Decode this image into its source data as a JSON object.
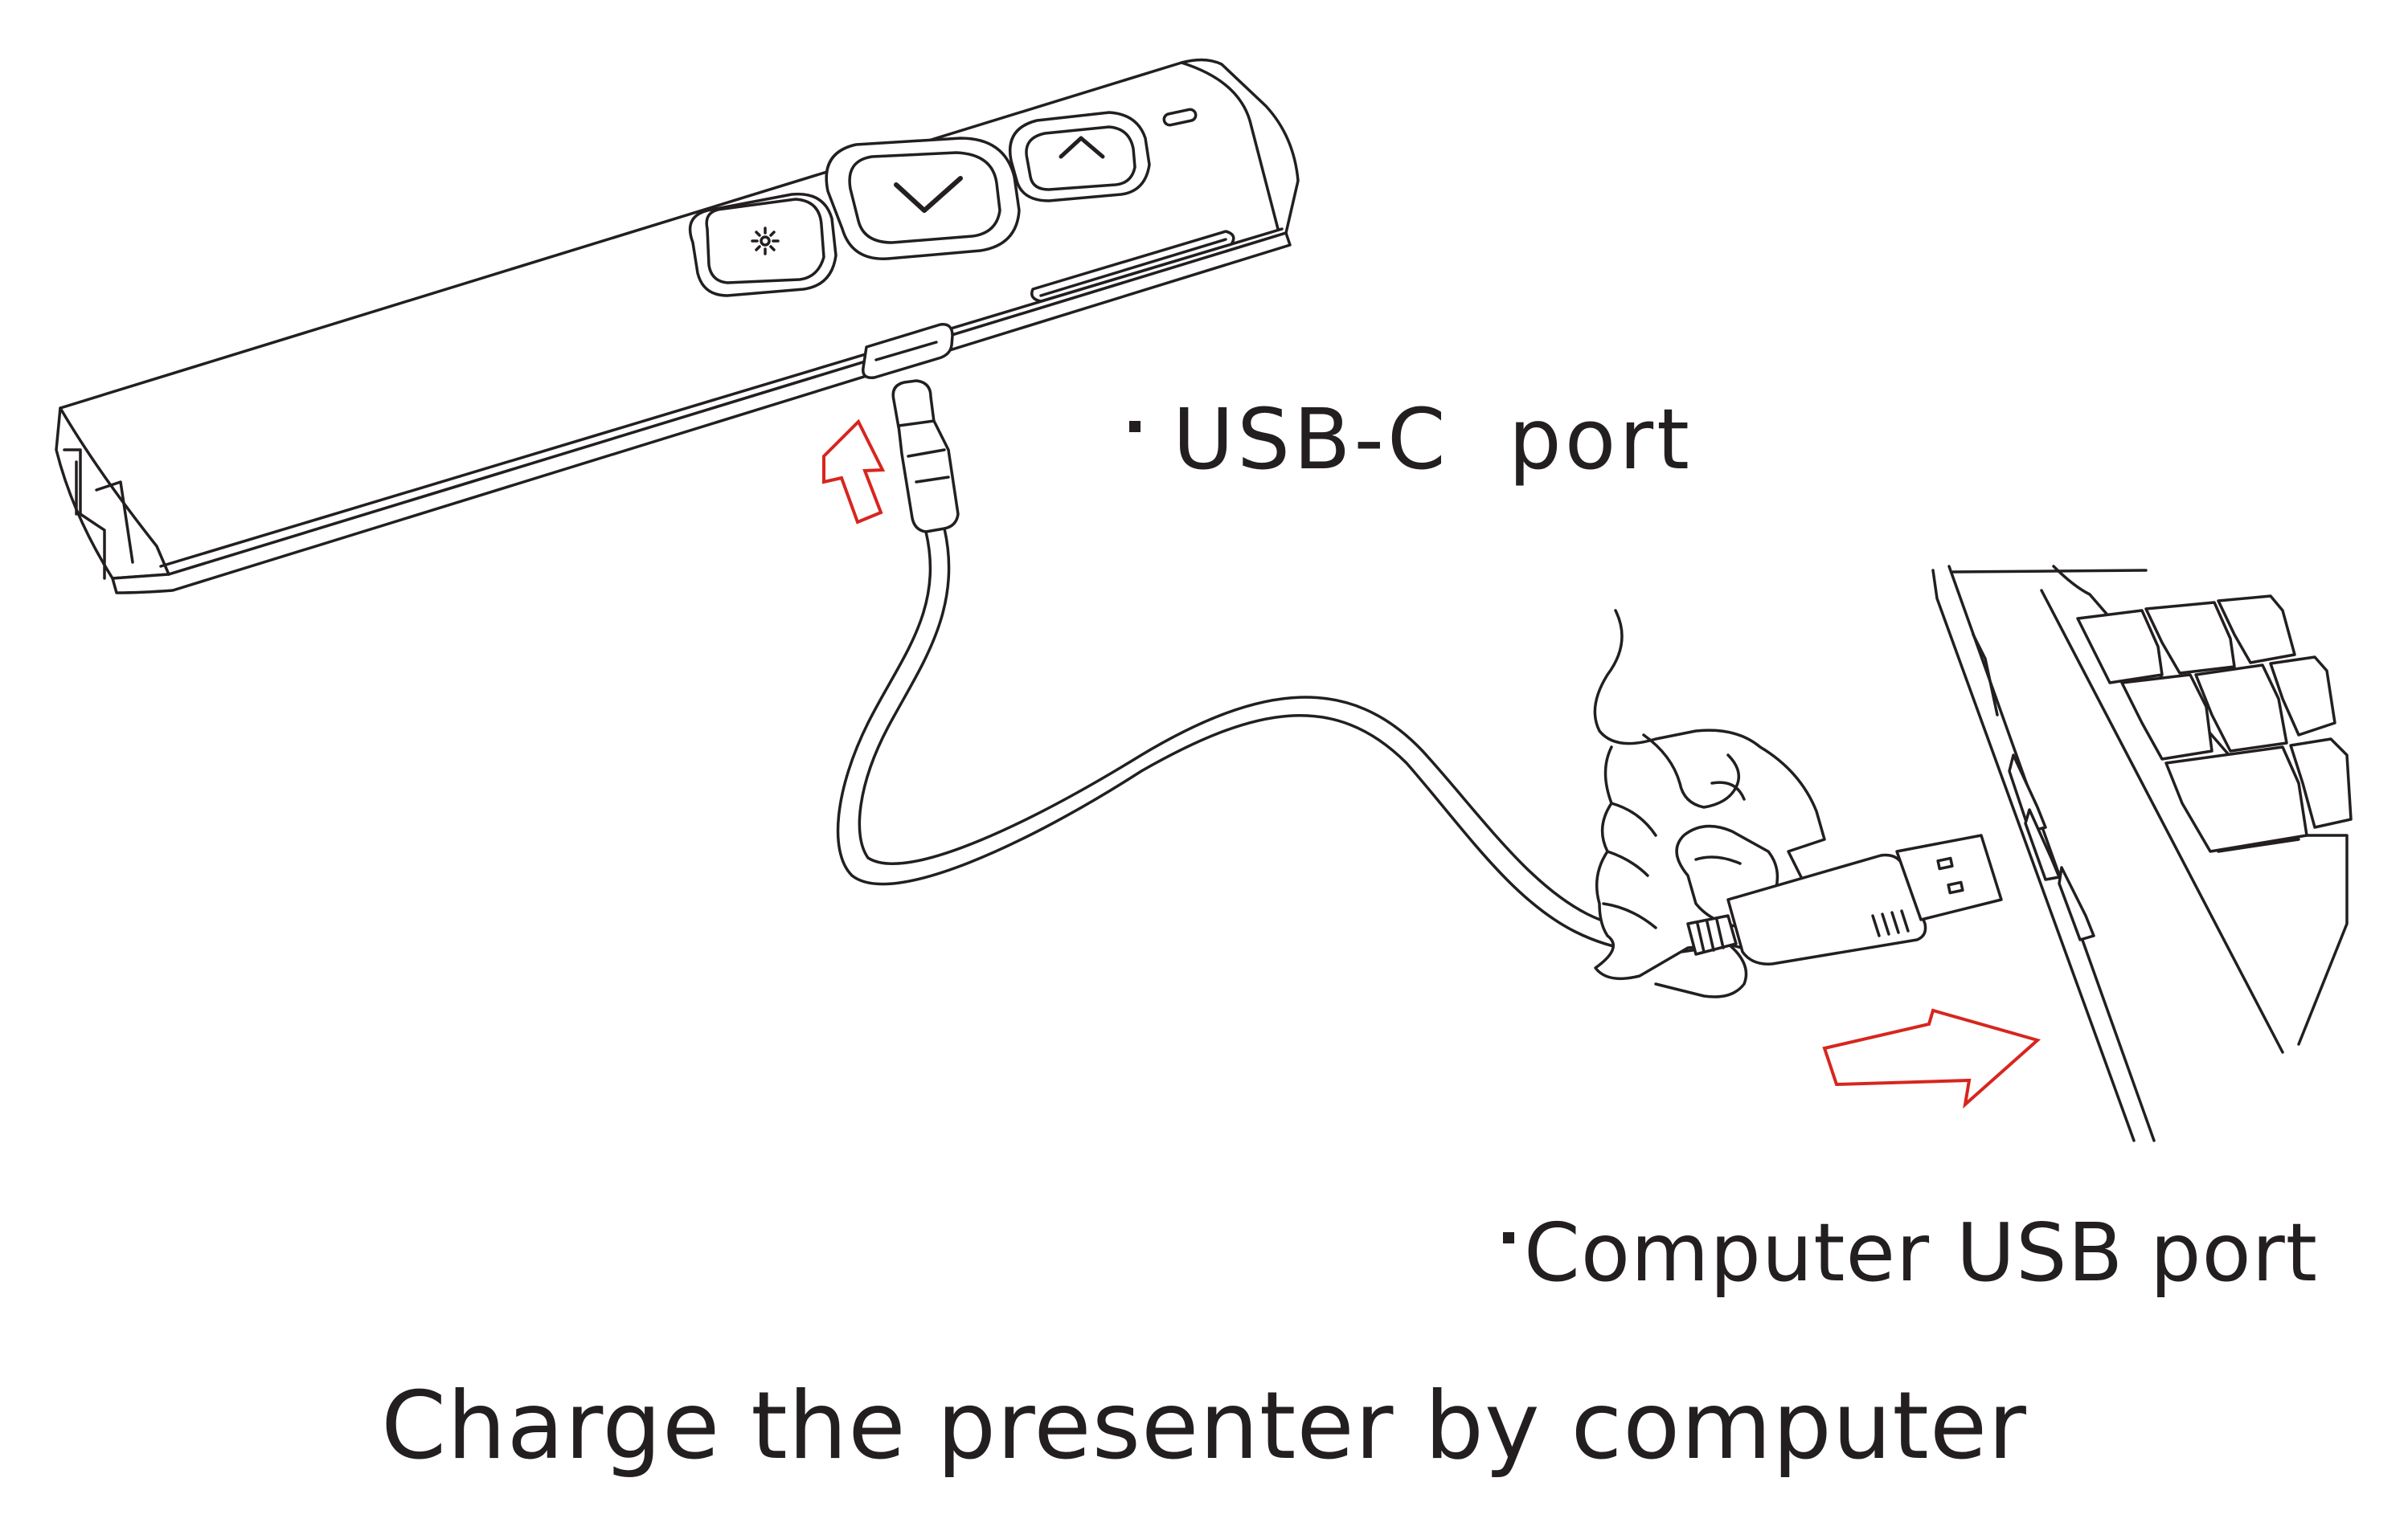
{
  "labels": {
    "usb_c_port": "USB-C  port",
    "computer_usb_port": "Computer USB port",
    "caption": "Charge the presenter by computer"
  },
  "icons": {
    "presenter": "presenter-remote-icon",
    "laser_button": "laser-sun-icon",
    "down_button": "chevron-down-icon",
    "up_button": "chevron-up-icon",
    "cable": "usb-cable-icon",
    "laptop": "laptop-icon",
    "hand": "hand-icon"
  },
  "colors": {
    "line": "#231f20",
    "arrow": "#d7261e",
    "background": "#ffffff"
  }
}
